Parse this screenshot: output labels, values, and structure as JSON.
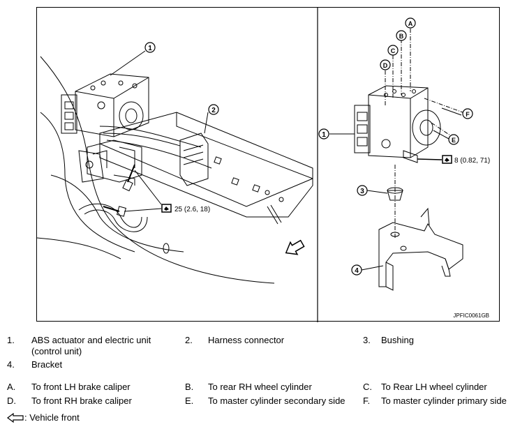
{
  "figure": {
    "figure_id": "JPFIC0061GB",
    "callouts": [
      "1",
      "2",
      "3",
      "4",
      "A",
      "B",
      "C",
      "D",
      "E",
      "F"
    ],
    "torque_left": "25 (2.6, 18)",
    "torque_right": "8 (0.82, 71)",
    "torque_icon": "torque-wrench-icon",
    "front_arrow_icon": "vehicle-front-arrow-icon"
  },
  "legend": {
    "components": [
      {
        "num": "1.",
        "text": "ABS actuator and electric unit (control unit)"
      },
      {
        "num": "2.",
        "text": "Harness connector"
      },
      {
        "num": "3.",
        "text": "Bushing"
      },
      {
        "num": "4.",
        "text": "Bracket"
      }
    ],
    "letters": [
      {
        "num": "A.",
        "text": "To front LH brake caliper"
      },
      {
        "num": "B.",
        "text": "To rear RH wheel cylinder"
      },
      {
        "num": "C.",
        "text": "To Rear LH wheel cylinder"
      },
      {
        "num": "D.",
        "text": "To front RH brake caliper"
      },
      {
        "num": "E.",
        "text": "To master cylinder secondary side"
      },
      {
        "num": "F.",
        "text": "To master cylinder primary side"
      }
    ],
    "front_note": ": Vehicle front"
  }
}
